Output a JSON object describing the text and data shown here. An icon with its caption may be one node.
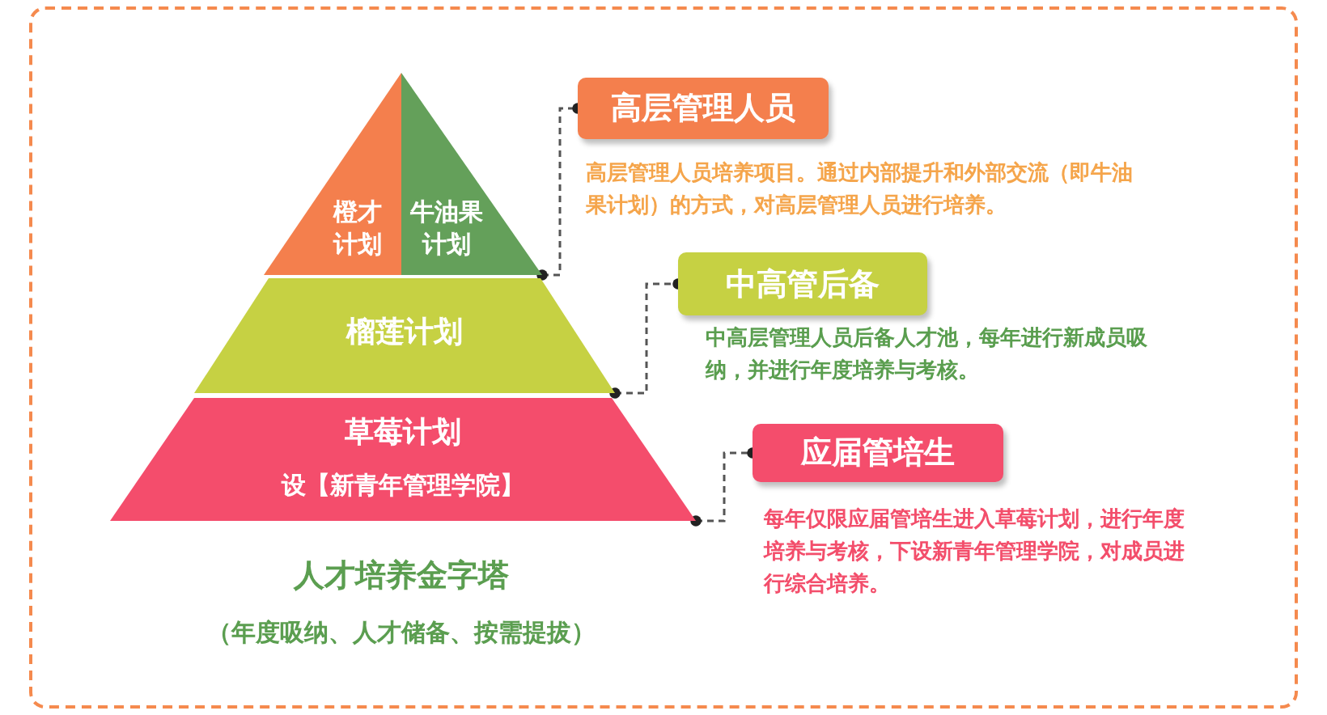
{
  "diagram": {
    "title": "人才培养金字塔",
    "caption": "（年度吸纳、人才储备、按需提拔）",
    "nodes": [
      {
        "text": [
          "橙才计划"
        ]
      },
      {
        "text": [
          "牛油果计划"
        ]
      },
      {
        "text": [
          "榴莲计划"
        ]
      },
      {
        "text": [
          "草莓计划",
          "设【新青年管理学院】"
        ]
      },
      {
        "text": [
          "高层管理人员"
        ],
        "beside": [
          "高层管理人员培养项目。通过内部提升和外部交流（即牛油果计划）的方式，对高层管理人员进行培养。"
        ]
      },
      {
        "text": [
          "中高管后备"
        ],
        "beside": [
          "中高层管理人员后备人才池，每年进行新成员吸纳，并进行年度培养与考核。"
        ]
      },
      {
        "text": [
          "应届管培生"
        ],
        "beside": [
          "每年仅限应届管培生进入草莓计划，进行年度培养与考核，下设新青年管理学院，对成员进行综合培养。"
        ]
      }
    ],
    "edges": [
      {
        "from": 1,
        "to": 4,
        "arrow": "other",
        "style": "dashed"
      },
      {
        "from": 2,
        "to": 5,
        "arrow": "other",
        "style": "dashed"
      },
      {
        "from": 3,
        "to": 6,
        "arrow": "other",
        "style": "dashed"
      }
    ]
  }
}
